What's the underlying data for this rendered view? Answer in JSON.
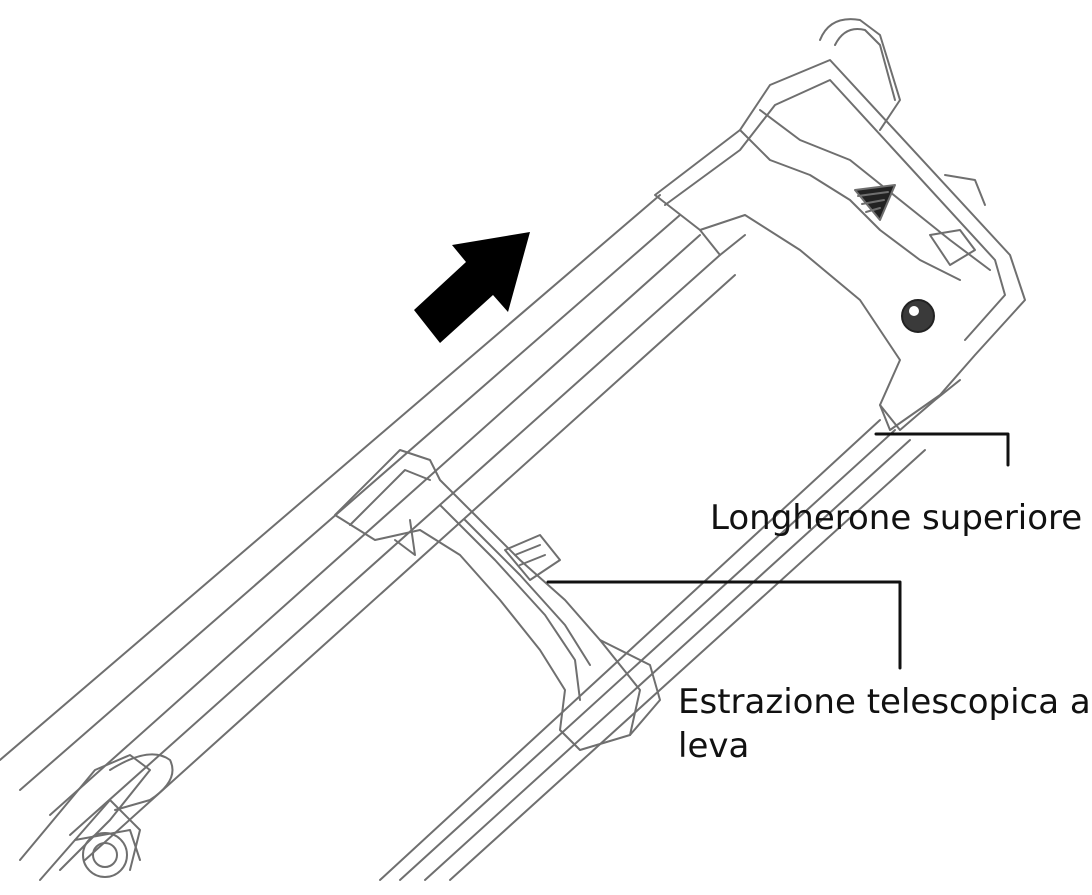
{
  "labels": {
    "top_rail": "Longherone superiore",
    "lever_line1": "Estrazione telescopica a",
    "lever_line2": "leva"
  },
  "icons": {
    "direction": "arrow-up-right-icon"
  },
  "colors": {
    "ink": "#111111",
    "line": "#6f6f6f",
    "background": "#ffffff"
  }
}
